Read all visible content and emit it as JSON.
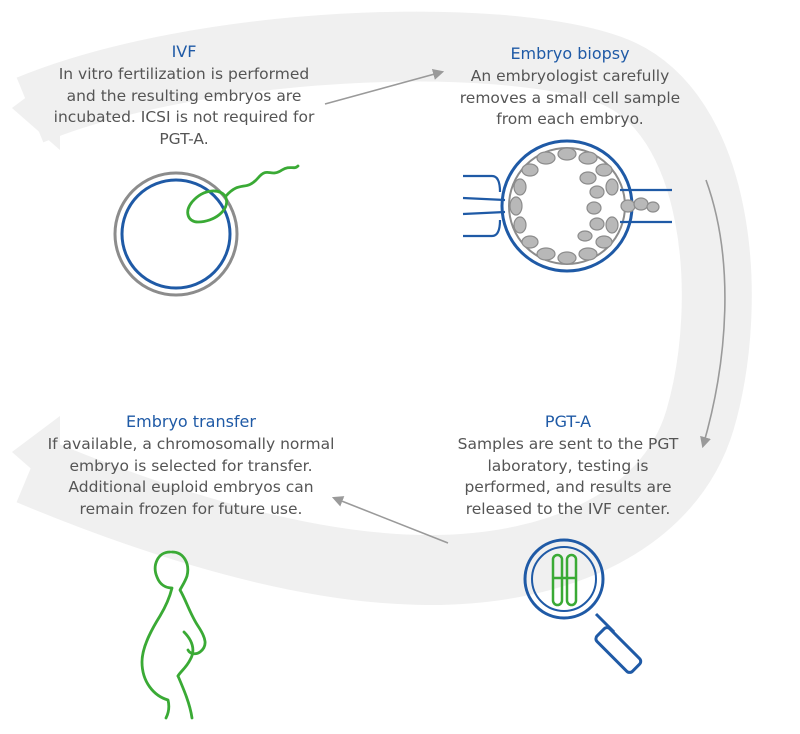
{
  "colors": {
    "title_blue": "#1f5aa6",
    "body_gray": "#555555",
    "icon_blue": "#1f5aa6",
    "icon_green": "#3aaa35",
    "icon_gray": "#8c8c8c",
    "band_gray": "#f0f0f0",
    "arrow_gray": "#9a9a9a"
  },
  "steps": [
    {
      "id": "ivf",
      "title": "IVF",
      "description": "In vitro fertilization is performed and the resulting embryos are incubated. ICSI is not required for PGT-A.",
      "icon": "egg-sperm-icon"
    },
    {
      "id": "biopsy",
      "title": "Embryo biopsy",
      "description": "An embryologist carefully removes a small cell sample from each embryo.",
      "icon": "embryo-biopsy-icon"
    },
    {
      "id": "pgta",
      "title": "PGT-A",
      "description": "Samples are sent to the PGT laboratory, testing is performed, and results are released to the IVF center.",
      "icon": "magnifier-chromosome-icon"
    },
    {
      "id": "transfer",
      "title": "Embryo transfer",
      "description": "If available, a chromosomally normal embryo is selected for transfer. Additional euploid embryos can remain frozen for future use.",
      "icon": "pregnant-woman-icon"
    }
  ]
}
